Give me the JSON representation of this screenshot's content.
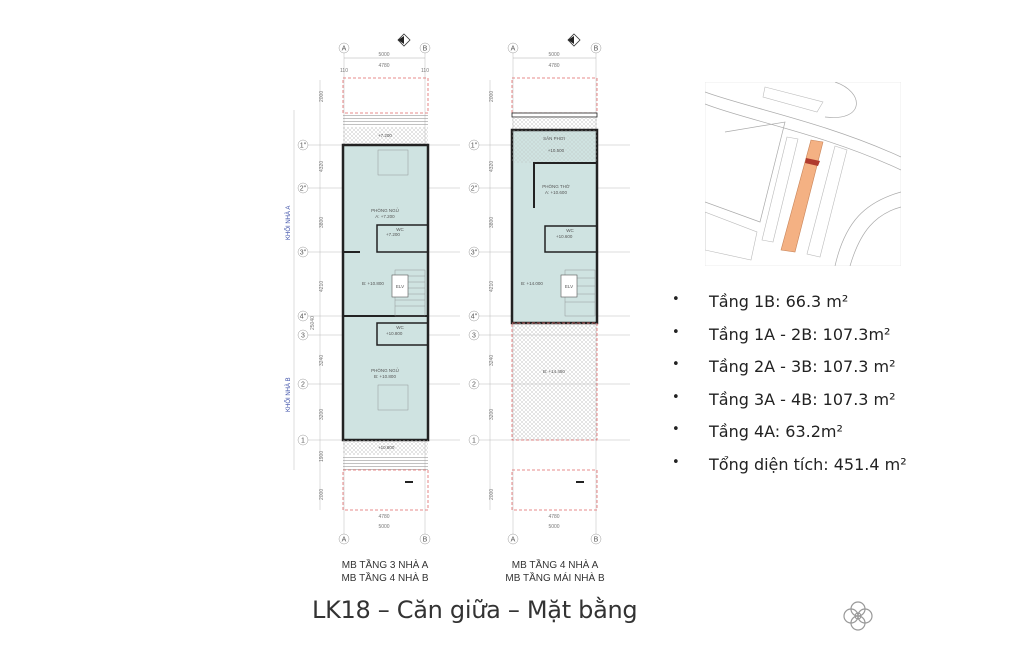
{
  "plans": [
    {
      "caption_line1": "MB TẦNG 3 NHÀ A",
      "caption_line2": "MB TẦNG 4 NHÀ B",
      "rooms": [
        "PHÒNG NGỦ",
        "A: +7.200",
        "WC",
        "ELV",
        "B: +10.800",
        "WC",
        "PHÒNG NGỦ",
        "B: +10.800",
        "+7.200",
        "+7.200",
        "+10.800",
        "+10.800"
      ],
      "block_a": "KHỐI NHÀ A",
      "block_b": "KHỐI NHÀ B"
    },
    {
      "caption_line1": "MB TẦNG 4 NHÀ A",
      "caption_line2": "MB TẦNG MÁI NHÀ B",
      "rooms": [
        "SÂN PHƠI",
        "+10.500",
        "PHÒNG THỜ",
        "A: +10.600",
        "WC",
        "+10.600",
        "ELV",
        "B: +14.000",
        "B: +14.450"
      ]
    }
  ],
  "dimensions": {
    "overall": "5000",
    "inner": "4780",
    "wall": "110",
    "front": "2000",
    "rows": [
      "4320",
      "3800",
      "4210",
      "3240",
      "3200",
      "1900",
      "25040"
    ]
  },
  "axes": {
    "cols": [
      "A",
      "B"
    ],
    "rows": [
      "1''",
      "2''",
      "3''",
      "4''",
      "3",
      "2",
      "1"
    ]
  },
  "specs": [
    {
      "label": "Tầng  1B: 66.3 m²"
    },
    {
      "label": "Tầng  1A - 2B: 107.3m²"
    },
    {
      "label": "Tầng  2A - 3B: 107.3 m²"
    },
    {
      "label": "Tầng 3A  - 4B:  107.3 m²"
    },
    {
      "label": "Tầng  4A: 63.2m²"
    },
    {
      "label": "Tổng diện tích: 451.4 m²"
    }
  ],
  "bullet": "•",
  "title": "LK18 – Căn giữa – Mặt bằng",
  "colors": {
    "room_fill": "#cfe3e1",
    "dashed_boundary": "#e06666",
    "highlight": "#f4b183",
    "highlight_dark": "#b03a2e",
    "block_label": "#3c4fa8"
  }
}
